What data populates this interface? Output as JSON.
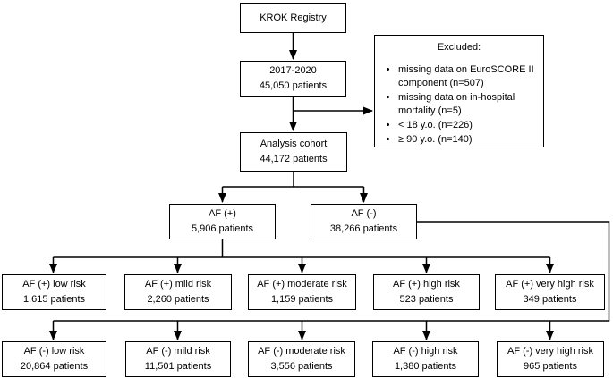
{
  "flowchart": {
    "colors": {
      "background": "#ffffff",
      "line": "#000000",
      "box_border": "#000000",
      "text": "#000000"
    },
    "krok": {
      "line1": "KROK Registry"
    },
    "period": {
      "line1": "2017-2020",
      "line2": "45,050 patients"
    },
    "excluded": {
      "title": "Excluded:",
      "bullets": [
        "missing data on EuroSCORE II component (n=507)",
        "missing data on in-hospital mortality (n=5)",
        "< 18 y.o. (n=226)",
        "≥ 90 y.o. (n=140)"
      ]
    },
    "cohort": {
      "line1": "Analysis cohort",
      "line2": "44,172 patients"
    },
    "af_positive": {
      "line1": "AF (+)",
      "line2": "5,906 patients"
    },
    "af_negative": {
      "line1": "AF (-)",
      "line2": "38,266 patients"
    },
    "af_positive_risk": [
      {
        "line1": "AF (+) low risk",
        "line2": "1,615 patients"
      },
      {
        "line1": "AF (+) mild risk",
        "line2": "2,260 patients"
      },
      {
        "line1": "AF (+) moderate risk",
        "line2": "1,159 patients"
      },
      {
        "line1": "AF (+) high risk",
        "line2": "523 patients"
      },
      {
        "line1": "AF (+) very high risk",
        "line2": "349 patients"
      }
    ],
    "af_negative_risk": [
      {
        "line1": "AF (-) low risk",
        "line2": "20,864 patients"
      },
      {
        "line1": "AF (-) mild risk",
        "line2": "11,501 patients"
      },
      {
        "line1": "AF (-) moderate risk",
        "line2": "3,556 patients"
      },
      {
        "line1": "AF (-) high risk",
        "line2": "1,380 patients"
      },
      {
        "line1": "AF (-) very high risk",
        "line2": "965 patients"
      }
    ]
  }
}
